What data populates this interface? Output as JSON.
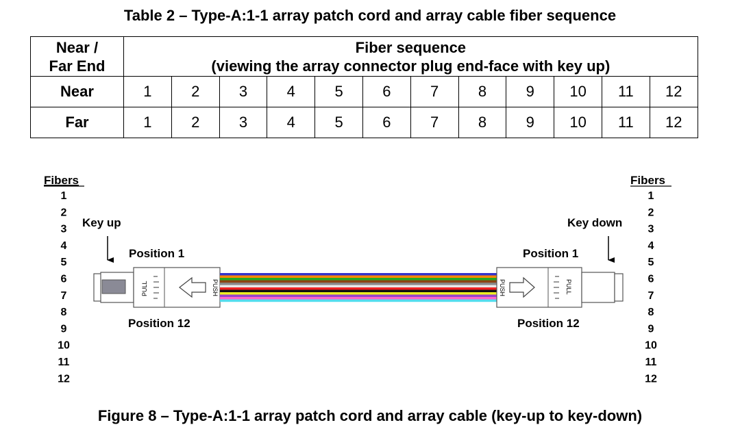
{
  "table": {
    "title": "Table 2 – Type-A:1-1 array patch cord and array cable fiber sequence",
    "corner_header_line1": "Near /",
    "corner_header_line2": "Far End",
    "sequence_header_line1": "Fiber sequence",
    "sequence_header_line2": "(viewing the array connector plug end-face with key up)",
    "rows": [
      {
        "label": "Near",
        "values": [
          "1",
          "2",
          "3",
          "4",
          "5",
          "6",
          "7",
          "8",
          "9",
          "10",
          "11",
          "12"
        ]
      },
      {
        "label": "Far",
        "values": [
          "1",
          "2",
          "3",
          "4",
          "5",
          "6",
          "7",
          "8",
          "9",
          "10",
          "11",
          "12"
        ]
      }
    ]
  },
  "figure": {
    "caption": "Figure 8 – Type-A:1-1 array patch cord and array cable (key-up to key-down)",
    "left": {
      "fibers_heading": "Fibers",
      "fiber_numbers": [
        "1",
        "2",
        "3",
        "4",
        "5",
        "6",
        "7",
        "8",
        "9",
        "10",
        "11",
        "12"
      ],
      "key_label": "Key up",
      "position_top": "Position 1",
      "position_bottom": "Position 12",
      "pull_label": "PULL",
      "push_label": "PUSH"
    },
    "right": {
      "fibers_heading": "Fibers",
      "fiber_numbers": [
        "1",
        "2",
        "3",
        "4",
        "5",
        "6",
        "7",
        "8",
        "9",
        "10",
        "11",
        "12"
      ],
      "key_label": "Key down",
      "position_top": "Position 1",
      "position_bottom": "Position 12",
      "pull_label": "PULL",
      "push_label": "PUSH"
    },
    "fiber_colors": [
      "#3333cc",
      "#ff8800",
      "#22aa22",
      "#8b4513",
      "#888888",
      "#e8e8e8",
      "#ee2222",
      "#111111",
      "#eeee22",
      "#9944cc",
      "#ff66cc",
      "#55ddee"
    ]
  }
}
